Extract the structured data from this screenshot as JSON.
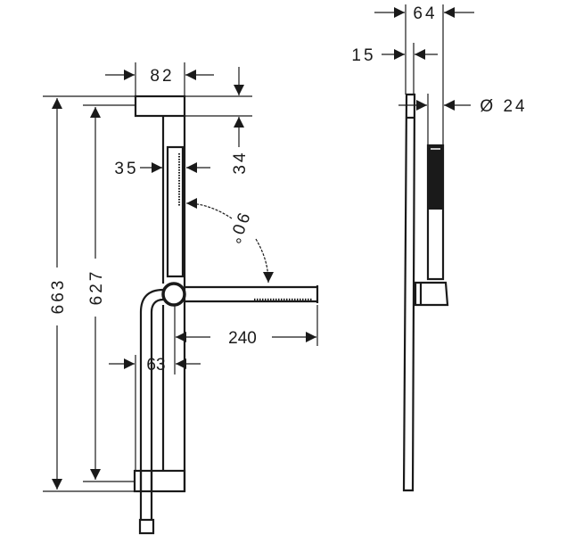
{
  "drawing": {
    "front_view": {
      "dim_total_height": "663",
      "dim_rail_height": "627",
      "dim_bracket_width": "82",
      "dim_bracket_height": "34",
      "dim_handset_width": "35",
      "dim_angle": "90°",
      "dim_arm_length": "240",
      "dim_hose_width": "63"
    },
    "side_view": {
      "dim_depth": "64",
      "dim_rail_depth": "15",
      "dim_handset_diameter": "Ø 24"
    }
  }
}
